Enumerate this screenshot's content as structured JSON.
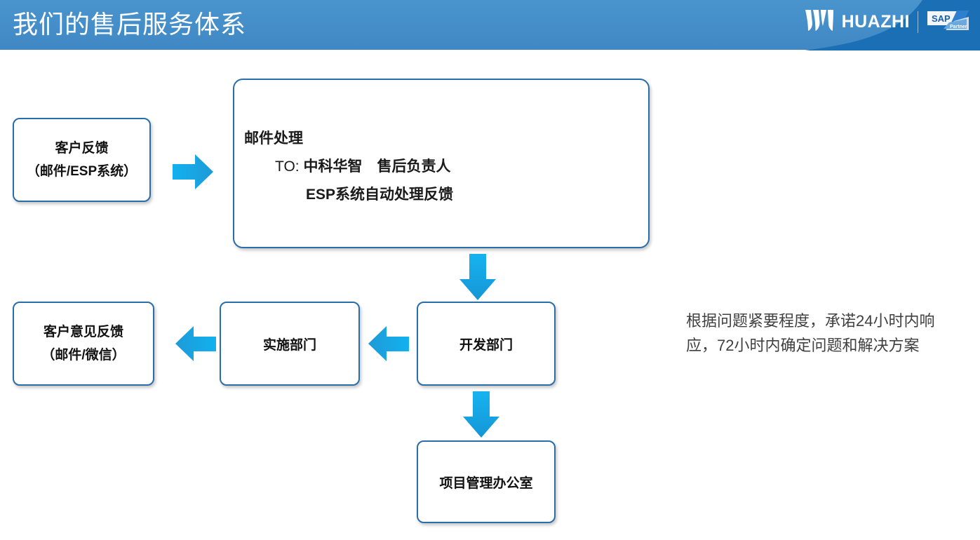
{
  "header": {
    "title": "我们的售后服务体系",
    "brand_name": "HUAZHI",
    "partner_badge": {
      "primary": "SAP",
      "secondary": "Partner"
    },
    "colors": {
      "band": "#428fcb",
      "swoosh": "#1a6fb5",
      "title_text": "#ffffff"
    }
  },
  "flow": {
    "colors": {
      "box_border": "#2a6dab",
      "box_fill": "#ffffff",
      "box_text": "#111111",
      "arrow": "#18a9e8",
      "note_text": "#404040"
    },
    "boxes": {
      "customer_feedback": {
        "line1": "客户反馈",
        "line2": "（邮件/ESP系统）"
      },
      "email_process": {
        "line1": "邮件处理",
        "to_label": "TO: ",
        "to_value": "中科华智　售后负责人",
        "line3": "ESP系统自动处理反馈"
      },
      "customer_opinion": {
        "line1": "客户意见反馈",
        "line2": "（邮件/微信）"
      },
      "implementation": {
        "label": "实施部门"
      },
      "development": {
        "label": "开发部门"
      },
      "pmo": {
        "label": "项目管理办公室"
      }
    },
    "arrows": [
      {
        "name": "arrow-right-customer-to-email",
        "direction": "right"
      },
      {
        "name": "arrow-down-email-to-development",
        "direction": "down"
      },
      {
        "name": "arrow-left-development-to-implementation",
        "direction": "left"
      },
      {
        "name": "arrow-left-implementation-to-opinion",
        "direction": "left"
      },
      {
        "name": "arrow-down-development-to-pmo",
        "direction": "down"
      }
    ]
  },
  "side_note": {
    "text": "根据问题紧要程度，承诺24小时内响应，72小时内确定问题和解决方案"
  }
}
